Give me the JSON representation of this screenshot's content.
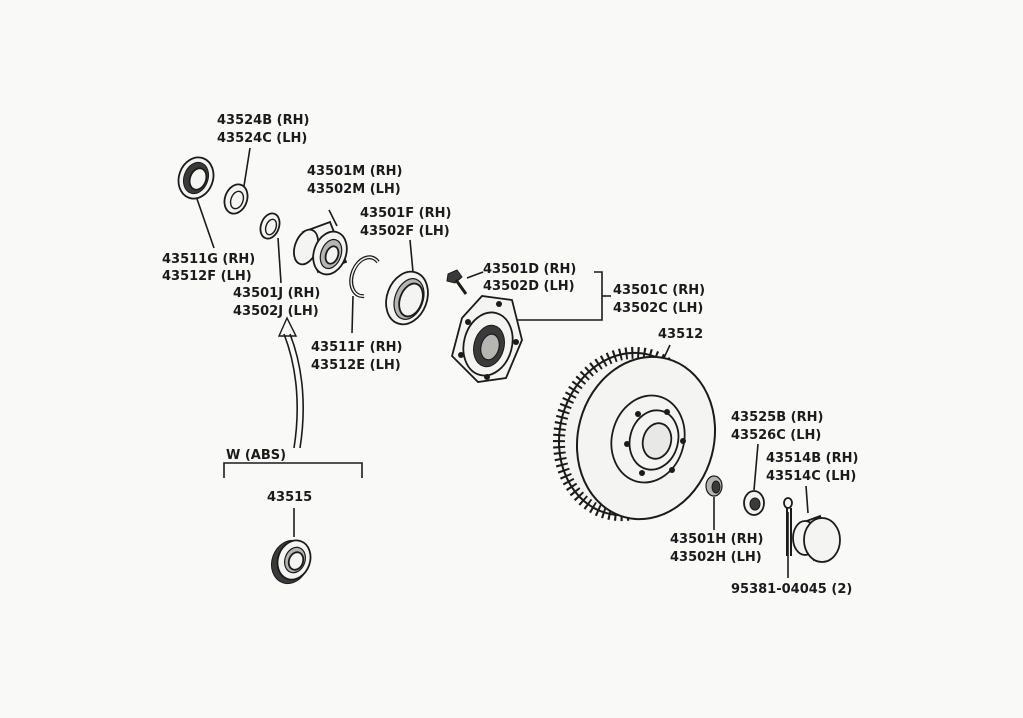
{
  "labels": {
    "l43524b": "43524B (RH)",
    "l43524c": "43524C (LH)",
    "l43501m": "43501M (RH)",
    "l43502m": "43502M (LH)",
    "l43501f": "43501F (RH)",
    "l43502f": "43502F (LH)",
    "l43511g": "43511G (RH)",
    "l43512f": "43512F (LH)",
    "l43501j": "43501J (RH)",
    "l43502j": "43502J (LH)",
    "l43511f": "43511F (RH)",
    "l43512e": "43512E (LH)",
    "l43501d": "43501D (RH)",
    "l43502d": "43502D (LH)",
    "l43501c": "43501C (RH)",
    "l43502c": "43502C (LH)",
    "l43512": "43512",
    "l43525b": "43525B (RH)",
    "l43526c": "43526C (LH)",
    "l43514b": "43514B (RH)",
    "l43514c": "43514C (LH)",
    "l43501h": "43501H (RH)",
    "l43502h": "43502H (LH)",
    "l95381": "95381-04045 (2)",
    "labs": "W (ABS)",
    "l43515": "43515"
  }
}
